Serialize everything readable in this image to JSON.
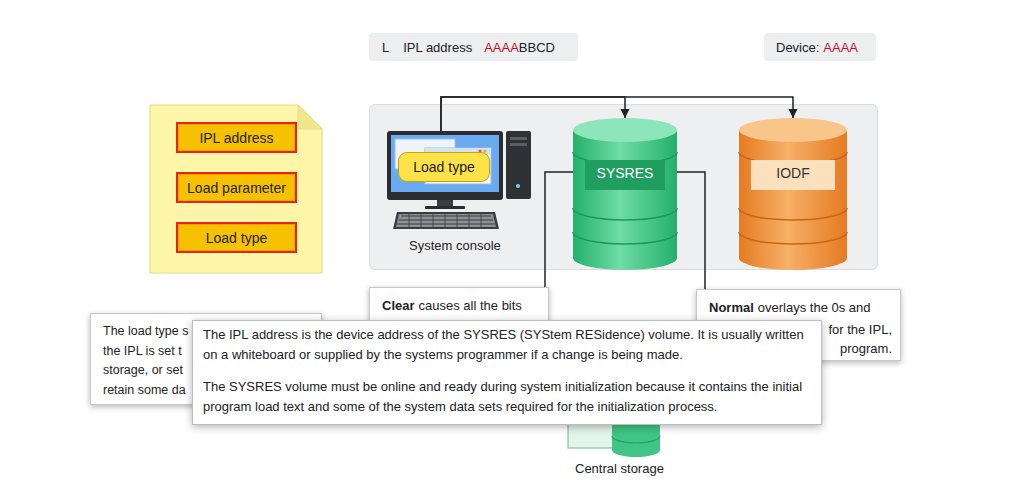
{
  "diagram": {
    "nodes": [
      {
        "text": [
          "L",
          "IPL address",
          "AAAA",
          "BBCD"
        ]
      },
      {
        "text": [
          "Device:",
          "AAAA"
        ]
      },
      {
        "text": [
          "IPL address"
        ]
      },
      {
        "text": [
          "Load parameter"
        ]
      },
      {
        "text": [
          "Load type"
        ]
      },
      {
        "text": [
          "System console"
        ]
      },
      {
        "text": [
          "Load type"
        ],
        "in": 5
      },
      {
        "text": [
          "SYSRES"
        ]
      },
      {
        "text": [
          "IODF"
        ]
      },
      {
        "text": [
          "The load type s the IPL is set t storage, or set retain some da"
        ]
      },
      {
        "text": [
          "Clear",
          "causes all the bits"
        ]
      },
      {
        "text": [
          "Normal",
          "overlays the 0s and",
          "for the IPL,",
          "program."
        ]
      },
      {
        "text": [
          "The IPL address is the device address of the SYSRES (SYStem RESidence) volume. It is usually written on a whiteboard or supplied by the systems programmer if a change is being made.",
          "The SYSRES volume must be online and ready during system initialization because it contains the initial program load text and some of the system data sets required for the initialization process."
        ]
      },
      {
        "text": [
          "Central storage"
        ]
      }
    ],
    "edges": [
      {
        "from": 5,
        "to": 7,
        "arrow": "to"
      },
      {
        "from": 5,
        "to": 8,
        "arrow": "to"
      },
      {
        "from": 7,
        "to": 10,
        "arrow": "none"
      },
      {
        "from": 7,
        "to": 11,
        "arrow": "none"
      }
    ]
  }
}
